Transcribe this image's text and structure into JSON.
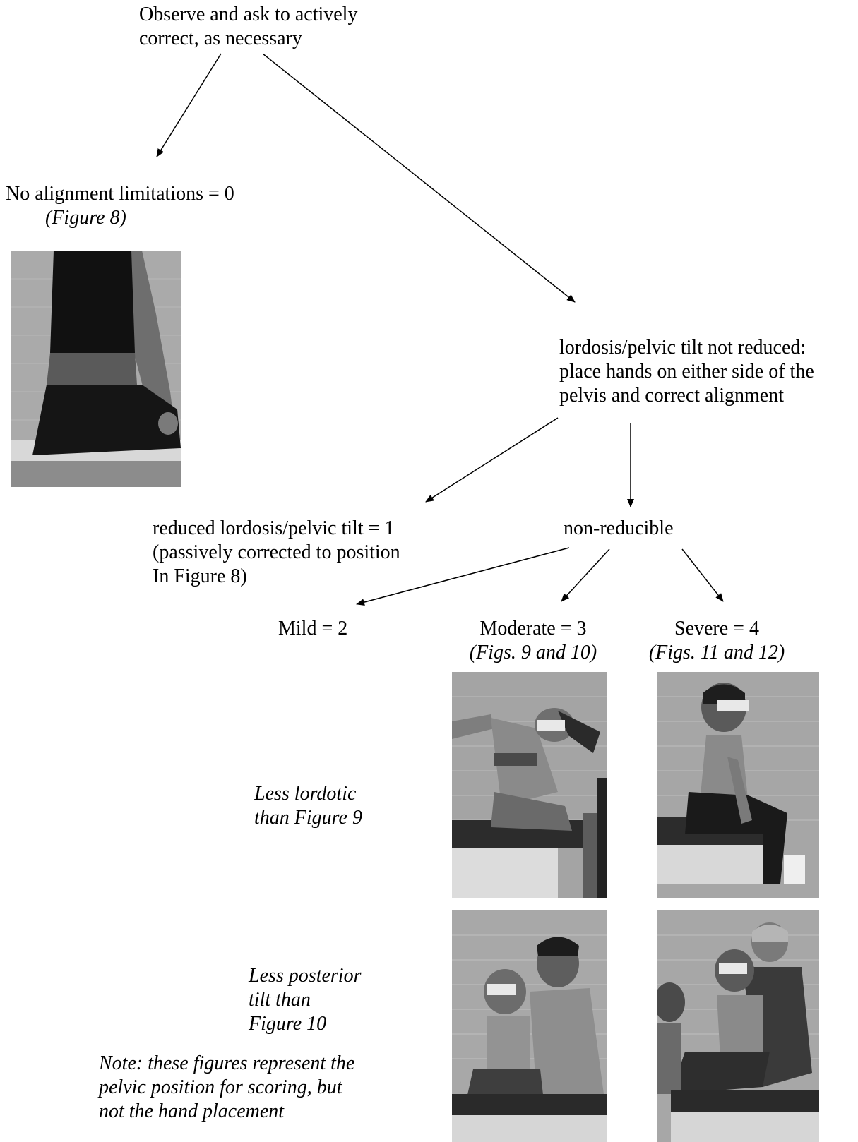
{
  "flow": {
    "top": "Observe and ask to actively\ncorrect, as necessary",
    "no_limit": "No alignment limitations = 0",
    "no_limit_fig": "(Figure 8)",
    "not_reduced": "lordosis/pelvic tilt not reduced:\nplace hands on either side of the\npelvis and correct alignment",
    "reduced": "reduced lordosis/pelvic tilt = 1\n(passively corrected to position\nIn Figure 8)",
    "non_reducible": "non-reducible",
    "mild": "Mild = 2",
    "moderate": "Moderate = 3",
    "moderate_figs": "(Figs. 9 and 10)",
    "severe": "Severe = 4",
    "severe_figs": "(Figs. 11 and 12)"
  },
  "notes": {
    "less_lordotic": "Less lordotic\nthan Figure 9",
    "less_posterior": "Less posterior\ntilt than\nFigure 10",
    "note": "Note: these figures represent the\npelvic position for scoring, but\nnot the hand placement"
  },
  "colors": {
    "line": "#000000",
    "photo_bg": "#a9a9a9"
  }
}
